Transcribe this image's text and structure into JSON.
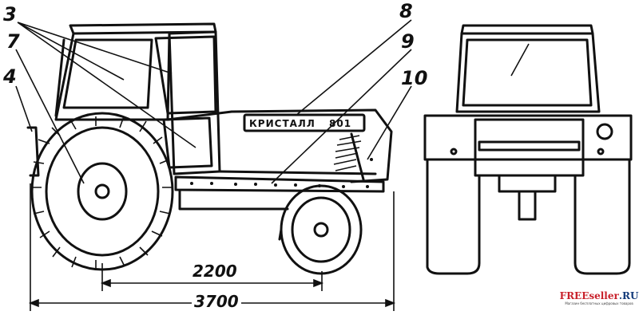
{
  "callouts": {
    "c3": "3",
    "c7": "7",
    "c4": "4",
    "c8": "8",
    "c9": "9",
    "c10": "10"
  },
  "model_plate": {
    "name": "КРИСТАЛЛ",
    "number": "801"
  },
  "dimensions": {
    "wheelbase": "2200",
    "overall_length": "3700"
  },
  "watermark": {
    "title_part1": "FREEseller",
    "title_part2": ".RU",
    "subtitle": "Магазин бесплатных цифровых товаров"
  }
}
